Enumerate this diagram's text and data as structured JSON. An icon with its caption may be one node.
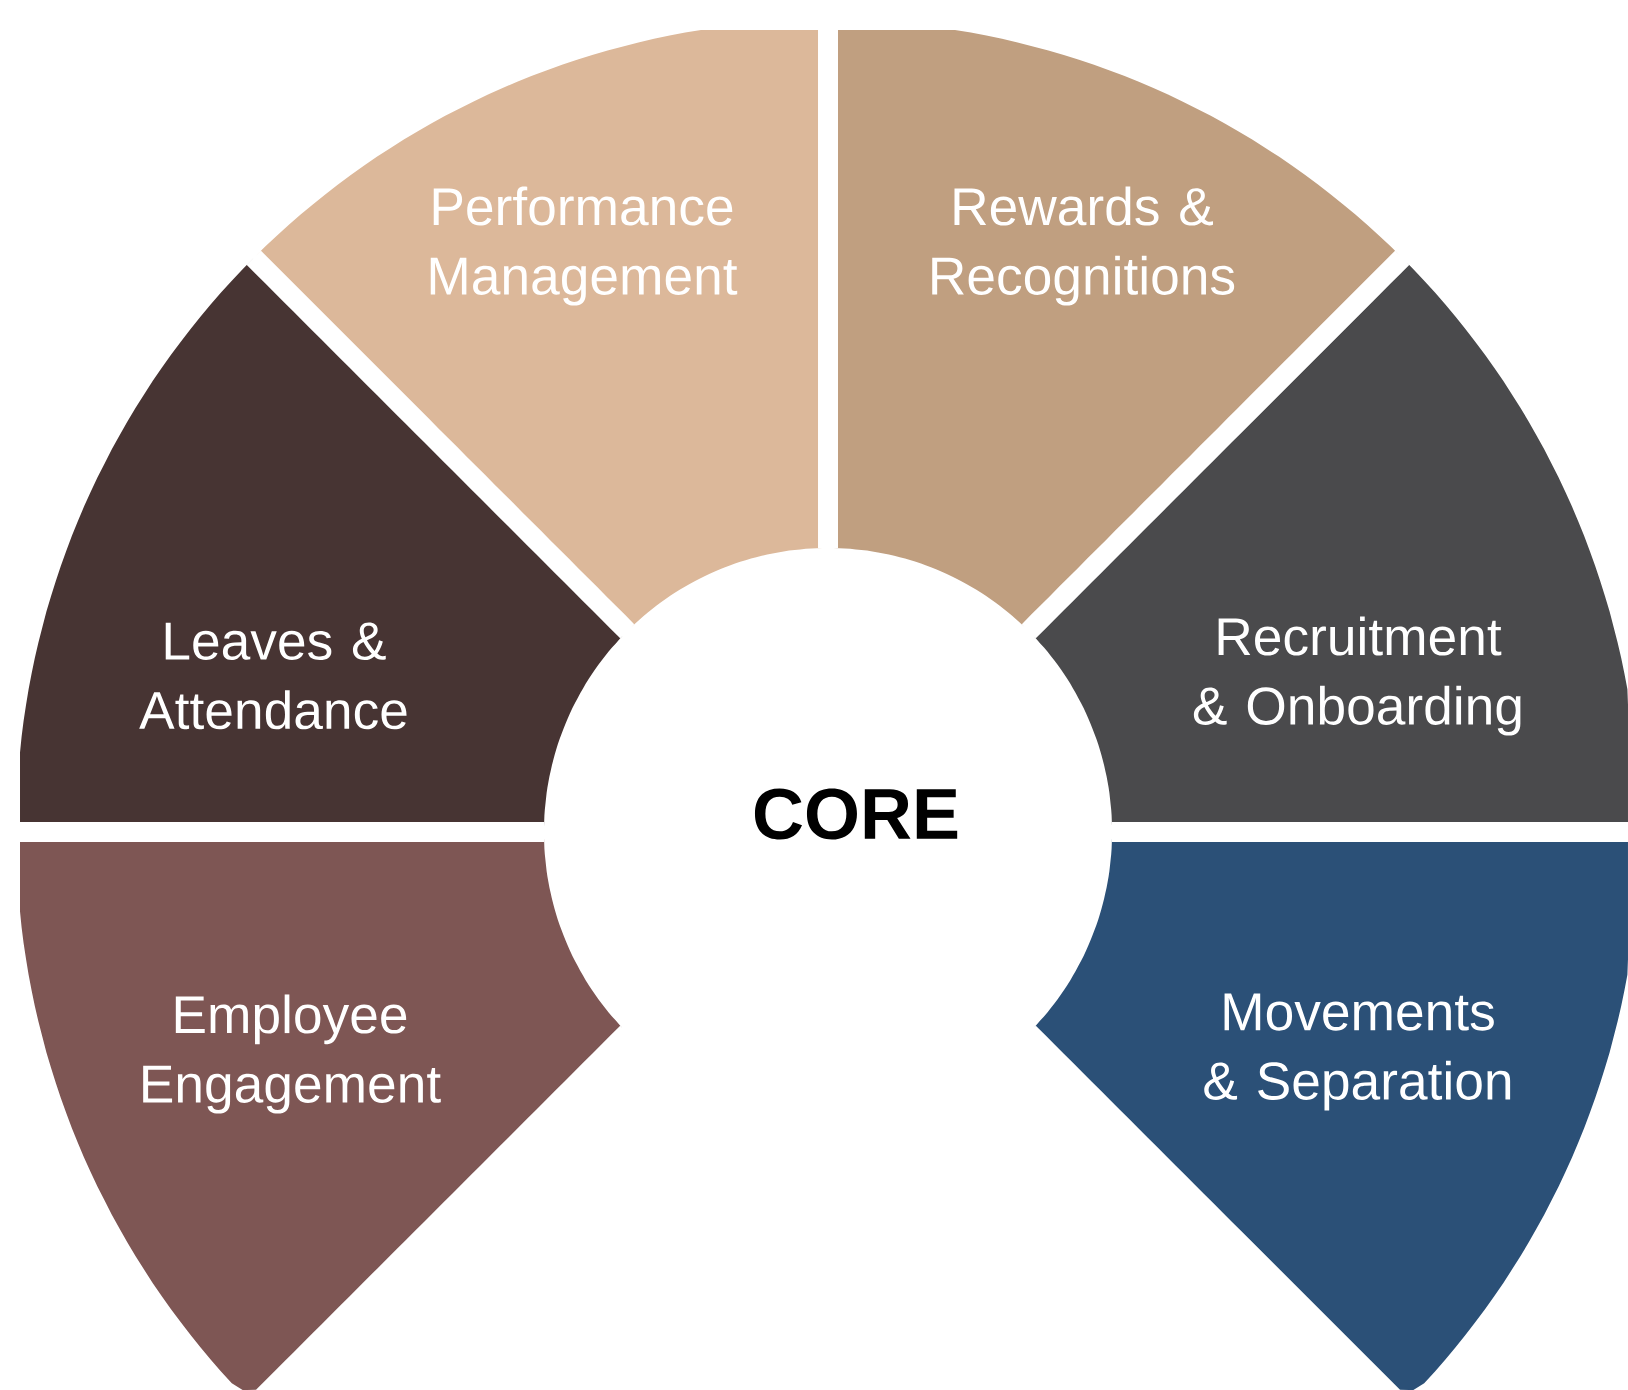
{
  "diagram": {
    "nodes": [
      {
        "text": [
          "Performance Management"
        ]
      },
      {
        "text": [
          "Rewards & Recognitions"
        ]
      },
      {
        "text": [
          "Leaves & Attendance"
        ]
      },
      {
        "text": [
          "Recruitment & Onboarding"
        ]
      },
      {
        "text": [
          "CORE"
        ]
      },
      {
        "text": [
          "Employee Engagement"
        ]
      },
      {
        "text": [
          "Movements & Separation"
        ]
      }
    ]
  }
}
